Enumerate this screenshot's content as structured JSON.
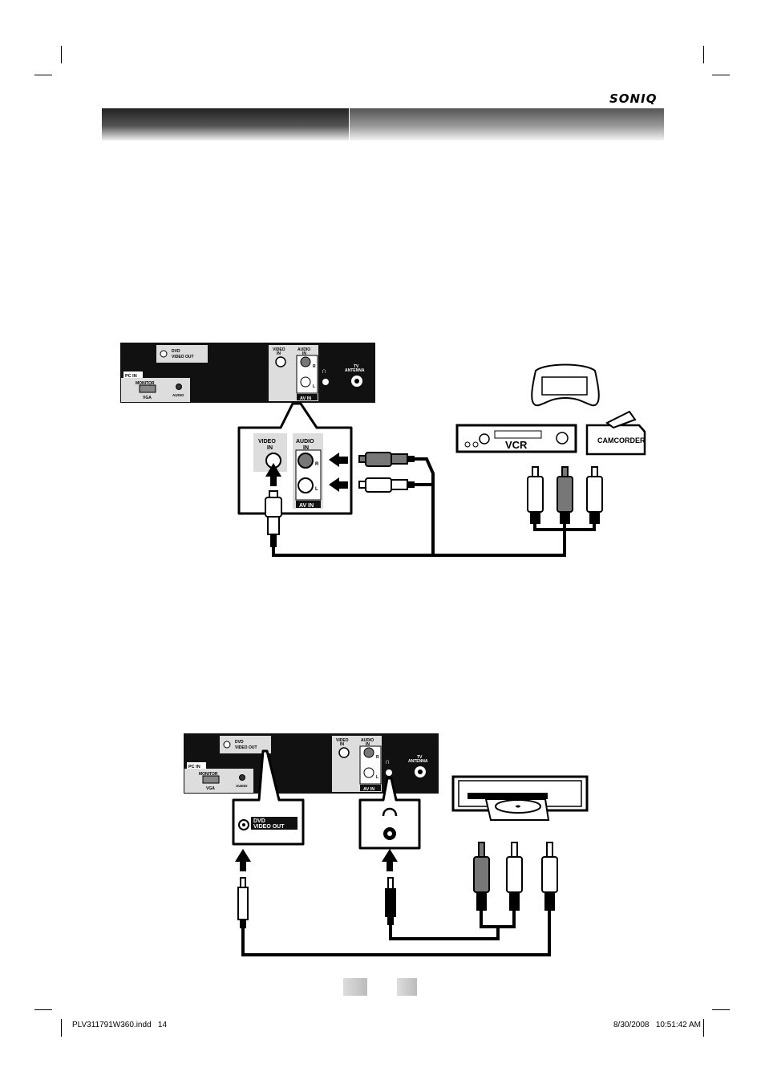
{
  "brand": "SONIQ",
  "diagram1": {
    "panel": {
      "dvd_video_out": [
        "DVD",
        "VIDEO OUT"
      ],
      "pc_in": "PC IN",
      "monitor": "MONITOR",
      "vga": "VGA",
      "audio": "AUDIO",
      "video_in": [
        "VIDEO",
        "IN"
      ],
      "audio_in": [
        "AUDIO",
        "IN"
      ],
      "r": "R",
      "l": "L",
      "av_in": "AV IN",
      "tv_antenna": [
        "TV",
        "ANTENNA"
      ]
    },
    "devices": {
      "vcr": "VCR",
      "camcorder": "CAMCORDER"
    }
  },
  "diagram2": {
    "dvd_video_out": [
      "DVD",
      "VIDEO OUT"
    ]
  },
  "footer": {
    "file": "PLV311791W360.indd   14",
    "timestamp": "8/30/2008   10:51:42 AM"
  }
}
